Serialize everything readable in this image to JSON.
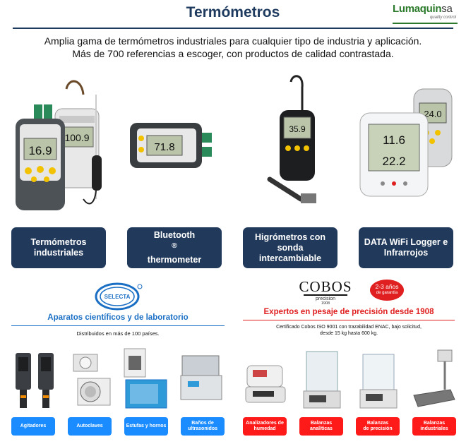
{
  "header": {
    "title": "Termómetros",
    "brand": {
      "name": "Lumaquin",
      "suffix": "sa",
      "tagline": "quality control"
    }
  },
  "intro": {
    "line1": "Amplia gama de termómetros industriales para cualquier tipo de industria y aplicación.",
    "line2": "Más de 700 referencias a escoger, con productos de calidad contrastada."
  },
  "categories": [
    {
      "line1": "Termómetros",
      "line2": "industriales"
    },
    {
      "line1": "Bluetooth",
      "sup": "®",
      "line2": "thermometer"
    },
    {
      "line1": "Higrómetros con",
      "line2": "sonda intercambiable"
    },
    {
      "line1": "DATA WiFi Logger e",
      "line2": "Infrarrojos"
    }
  ],
  "selecta": {
    "logo_text": "SELECTA",
    "title": "Aparatos científicos y de laboratorio",
    "subtitle": "Distribuidos en más de 100 países.",
    "buttons": [
      "Agitadores",
      "Autoclaves",
      "Estufas y hornos",
      [
        "Baños de",
        "ultrasonidos"
      ]
    ]
  },
  "cobos": {
    "logo_name": "COBOS",
    "logo_sub": "precision",
    "logo_year": "1908",
    "guarantee_line1": "2-3 años",
    "guarantee_line2": "de garantía",
    "title": "Expertos en pesaje de precisión desde 1908",
    "subtitle_line1": "Certificado Cobos ISO 9001 con trazabilidad ENAC, bajo solicitud,",
    "subtitle_line2": "desde 15 kg hasta 600 kg.",
    "buttons": [
      [
        "Analizadores de",
        "humedad"
      ],
      [
        "Balanzas",
        "analíticas"
      ],
      [
        "Balanzas",
        "de precisión"
      ],
      [
        "Balanzas",
        "industriales"
      ]
    ]
  },
  "displays": {
    "thermo1": "16.9",
    "thermo2": "100.9",
    "bt": "71.8",
    "hygro": "35.9",
    "wifi1": "11.6",
    "wifi2": "22.2",
    "ir": "24.0"
  },
  "colors": {
    "navy": "#213a5c",
    "title_blue": "#1f3a5f",
    "link_blue": "#1a8cff",
    "red": "#e02020",
    "green": "#2b7a2b"
  }
}
